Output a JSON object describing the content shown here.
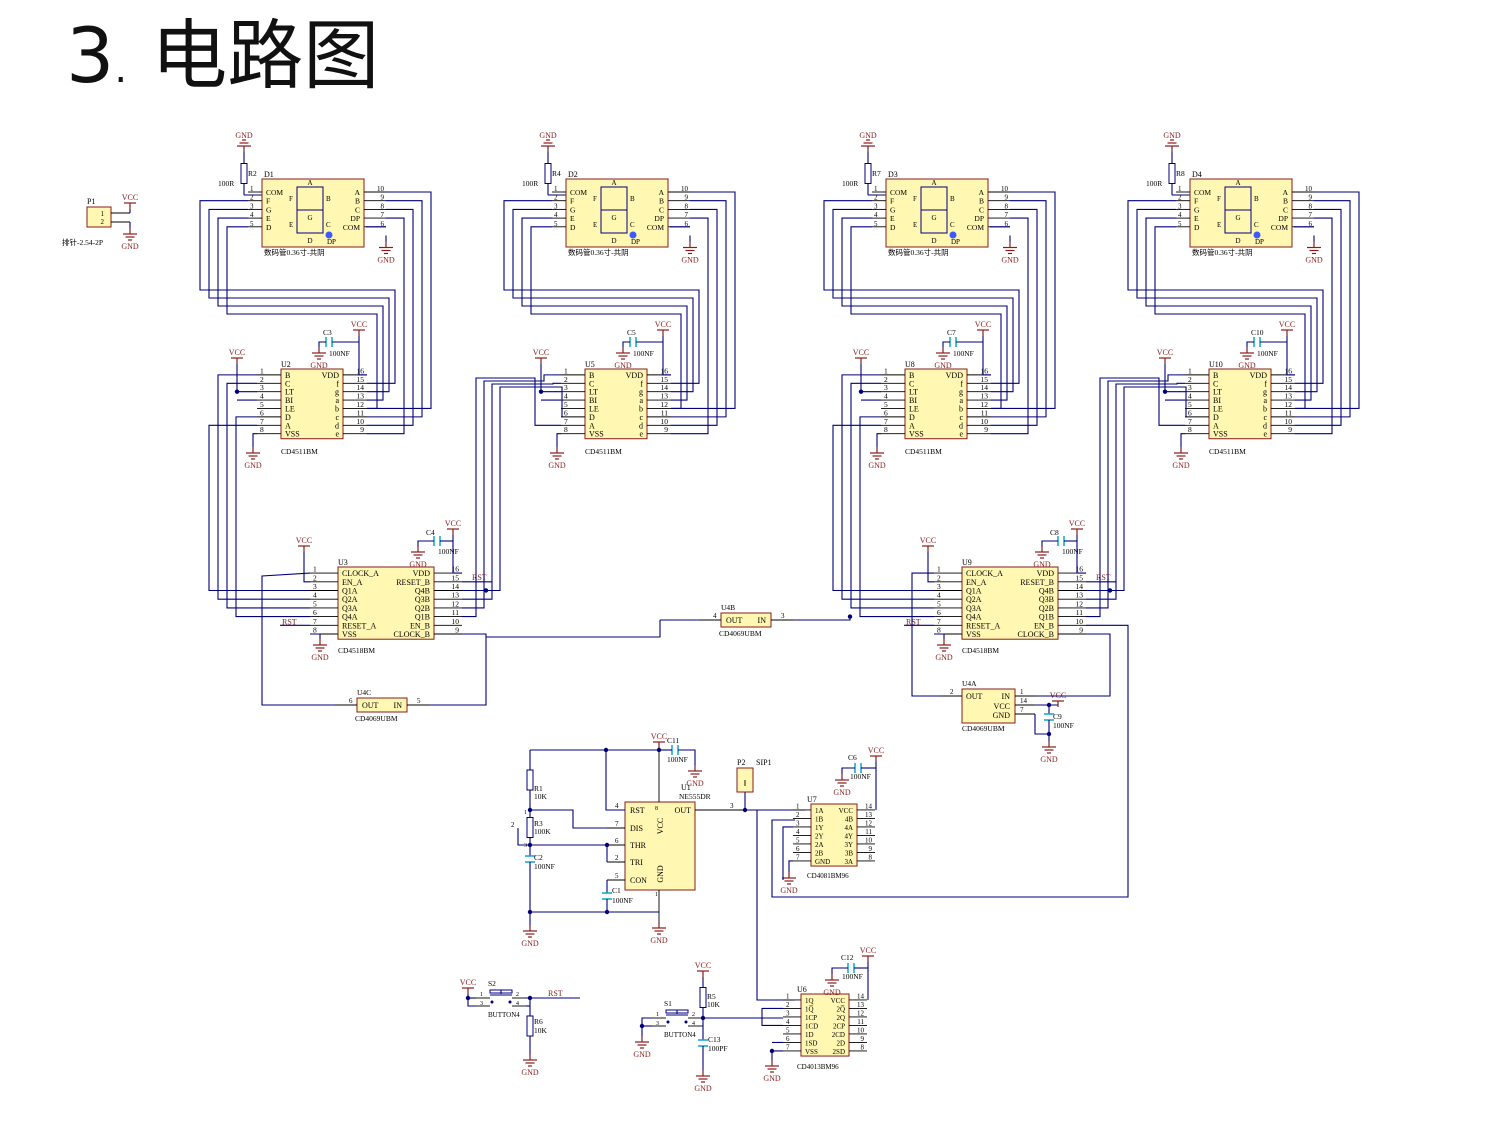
{
  "page_title": {
    "number": "3",
    "dot": ".",
    "text": "电路图"
  },
  "power": {
    "gnd": "GND",
    "vcc": "VCC"
  },
  "nets": {
    "rst": "RST"
  },
  "connector": {
    "ref": "P1",
    "pins": [
      "1",
      "2"
    ],
    "desc": "排针-2.54-2P"
  },
  "displays": [
    {
      "ref": "D1",
      "r_ref": "R2",
      "r_val": "100R",
      "desc": "数码管0.36寸-共阴"
    },
    {
      "ref": "D2",
      "r_ref": "R4",
      "r_val": "100R",
      "desc": "数码管0.36寸-共阴"
    },
    {
      "ref": "D3",
      "r_ref": "R7",
      "r_val": "100R",
      "desc": "数码管0.36寸-共阴"
    },
    {
      "ref": "D4",
      "r_ref": "R8",
      "r_val": "100R",
      "desc": "数码管0.36寸-共阴"
    }
  ],
  "display_pins": {
    "left_names": [
      "COM",
      "F",
      "G",
      "E",
      "D"
    ],
    "left_nums": [
      "1",
      "2",
      "3",
      "4",
      "5"
    ],
    "right_names": [
      "A",
      "B",
      "C",
      "DP",
      "COM"
    ],
    "right_nums": [
      "10",
      "9",
      "8",
      "7",
      "6"
    ],
    "seg_labels": {
      "a": "A",
      "b": "B",
      "c": "C",
      "d": "D",
      "e": "E",
      "f": "F",
      "g": "G",
      "dp": "DP"
    }
  },
  "decoders": [
    {
      "ref": "U2",
      "part": "CD4511BM",
      "cap": "C3",
      "cap_val": "100NF"
    },
    {
      "ref": "U5",
      "part": "CD4511BM",
      "cap": "C5",
      "cap_val": "100NF"
    },
    {
      "ref": "U8",
      "part": "CD4511BM",
      "cap": "C7",
      "cap_val": "100NF"
    },
    {
      "ref": "U10",
      "part": "CD4511BM",
      "cap": "C10",
      "cap_val": "100NF"
    }
  ],
  "decoder_pins": {
    "left_names": [
      "B",
      "C",
      "LT",
      "BI",
      "LE",
      "D",
      "A",
      "VSS"
    ],
    "left_nums": [
      "1",
      "2",
      "3",
      "4",
      "5",
      "6",
      "7",
      "8"
    ],
    "right_names": [
      "VDD",
      "f",
      "g",
      "a",
      "b",
      "c",
      "d",
      "e"
    ],
    "right_nums": [
      "16",
      "15",
      "14",
      "13",
      "12",
      "11",
      "10",
      "9"
    ]
  },
  "counters": [
    {
      "ref": "U3",
      "part": "CD4518BM",
      "cap": "C4",
      "cap_val": "100NF"
    },
    {
      "ref": "U9",
      "part": "CD4518BM",
      "cap": "C8",
      "cap_val": "100NF"
    }
  ],
  "counter_pins": {
    "left_names": [
      "CLOCK_A",
      "EN_A",
      "Q1A",
      "Q2A",
      "Q3A",
      "Q4A",
      "RESET_A",
      "VSS"
    ],
    "left_nums": [
      "1",
      "2",
      "3",
      "4",
      "5",
      "6",
      "7",
      "8"
    ],
    "right_names": [
      "VDD",
      "RESET_B",
      "Q4B",
      "Q3B",
      "Q2B",
      "Q1B",
      "EN_B",
      "CLOCK_B"
    ],
    "right_nums": [
      "16",
      "15",
      "14",
      "13",
      "12",
      "11",
      "10",
      "9"
    ]
  },
  "inverters": [
    {
      "ref": "U4B",
      "part": "CD4069UBM",
      "out": "OUT",
      "in": "IN",
      "pin_out": "4",
      "pin_in": "3"
    },
    {
      "ref": "U4C",
      "part": "CD4069UBM",
      "out": "OUT",
      "in": "IN",
      "pin_out": "6",
      "pin_in": "5"
    },
    {
      "ref": "U4A",
      "part": "CD4069UBM",
      "out": "OUT",
      "in": "IN",
      "pin_out": "2",
      "pin_in": "1",
      "vcc": "VCC",
      "gnd": "GND",
      "pin_vcc": "14",
      "pin_gnd": "7",
      "cap": "C9",
      "cap_val": "100NF"
    }
  ],
  "timer": {
    "ref": "U1",
    "part": "NE555DR",
    "left_names": [
      "RST",
      "DIS",
      "THR",
      "TRI",
      "CON"
    ],
    "left_nums": [
      "4",
      "7",
      "6",
      "2",
      "5"
    ],
    "out_name": "OUT",
    "out_num": "3",
    "vcc_name": "VCC",
    "vcc_num": "8",
    "gnd_name": "GND",
    "gnd_num": "1",
    "r1": "R1",
    "r1_val": "10K",
    "r3": "R3",
    "r3_val": "100K",
    "r3_pins": [
      "1",
      "2",
      "3"
    ],
    "c1": "C1",
    "c1_val": "100NF",
    "c2": "C2",
    "c2_val": "100NF",
    "c11": "C11",
    "c11_val": "100NF"
  },
  "sip": {
    "ref": "P2",
    "name": "SIP1",
    "pin": "1"
  },
  "and_gate": {
    "ref": "U7",
    "part": "CD4081BM96",
    "cap": "C6",
    "cap_val": "100NF",
    "left_names": [
      "1A",
      "1B",
      "1Y",
      "2Y",
      "2A",
      "2B",
      "GND"
    ],
    "left_nums": [
      "1",
      "2",
      "3",
      "4",
      "5",
      "6",
      "7"
    ],
    "right_names": [
      "VCC",
      "4B",
      "4A",
      "4Y",
      "3Y",
      "3B",
      "3A"
    ],
    "right_nums": [
      "14",
      "13",
      "12",
      "11",
      "10",
      "9",
      "8"
    ]
  },
  "flipflop": {
    "ref": "U6",
    "part": "CD4013BM96",
    "cap": "C12",
    "cap_val": "100NF",
    "left_names": [
      "1Q",
      "1Q̅",
      "1CP",
      "1CD",
      "1D",
      "1SD",
      "VSS"
    ],
    "left_nums": [
      "1",
      "2",
      "3",
      "4",
      "5",
      "6",
      "7"
    ],
    "right_names": [
      "VCC",
      "2Q̅",
      "2Q",
      "2CP",
      "2CD",
      "2D",
      "2SD"
    ],
    "right_nums": [
      "14",
      "13",
      "12",
      "11",
      "10",
      "9",
      "8"
    ]
  },
  "buttons": [
    {
      "ref": "S2",
      "part": "BUTTON4",
      "r_ref": "R6",
      "r_val": "10K",
      "pins": [
        "1",
        "3",
        "2",
        "4"
      ]
    },
    {
      "ref": "S1",
      "part": "BUTTON4",
      "r_ref": "R5",
      "r_val": "10K",
      "c_ref": "C13",
      "c_val": "100PF",
      "pins": [
        "1",
        "3",
        "2",
        "4"
      ]
    }
  ]
}
